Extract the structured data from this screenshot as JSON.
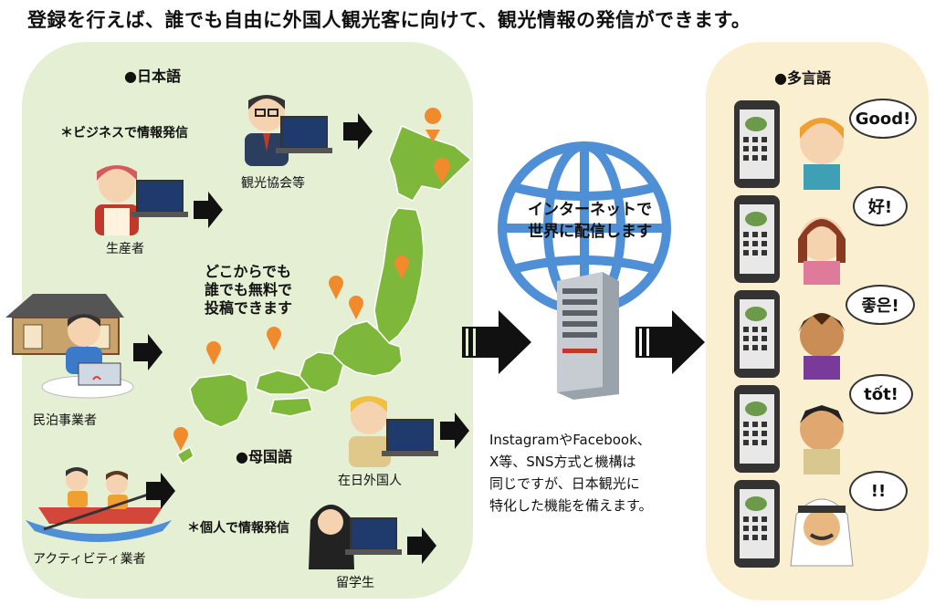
{
  "title": "登録を行えば、誰でも自由に外国人観光客に向けて、観光情報の発信ができます。",
  "left_panel": {
    "japanese_header": "●日本語",
    "business_note": "＊ビジネスで情報発信",
    "anywhere_text": [
      "どこからでも",
      "誰でも無料で",
      "投稿できます"
    ],
    "native_header": "●母国語",
    "personal_note": "＊個人で情報発信",
    "actors": [
      {
        "id": "tourism-association",
        "label": "観光協会等"
      },
      {
        "id": "producer",
        "label": "生産者"
      },
      {
        "id": "minpaku-operator",
        "label": "民泊事業者"
      },
      {
        "id": "activity-operator",
        "label": "アクティビティ業者"
      },
      {
        "id": "foreign-resident",
        "label": "在日外国人"
      },
      {
        "id": "student",
        "label": "留学生"
      }
    ]
  },
  "center": {
    "internet_text": [
      "インターネットで",
      "世界に配信します"
    ],
    "description": [
      "InstagramやFacebook、",
      "X等、SNS方式と機構は",
      "同じですが、日本観光に",
      "特化した機能を備えます。"
    ]
  },
  "right_panel": {
    "header": "●多言語",
    "greetings": [
      "Good!",
      "好!",
      "좋은!",
      "tốt!",
      "!!"
    ]
  },
  "colors": {
    "left_bg": "#e4efd3",
    "right_bg": "#fbefd2",
    "map_green": "#7db83a",
    "globe_blue": "#4f8fd6",
    "pin_orange": "#f08a2c"
  }
}
